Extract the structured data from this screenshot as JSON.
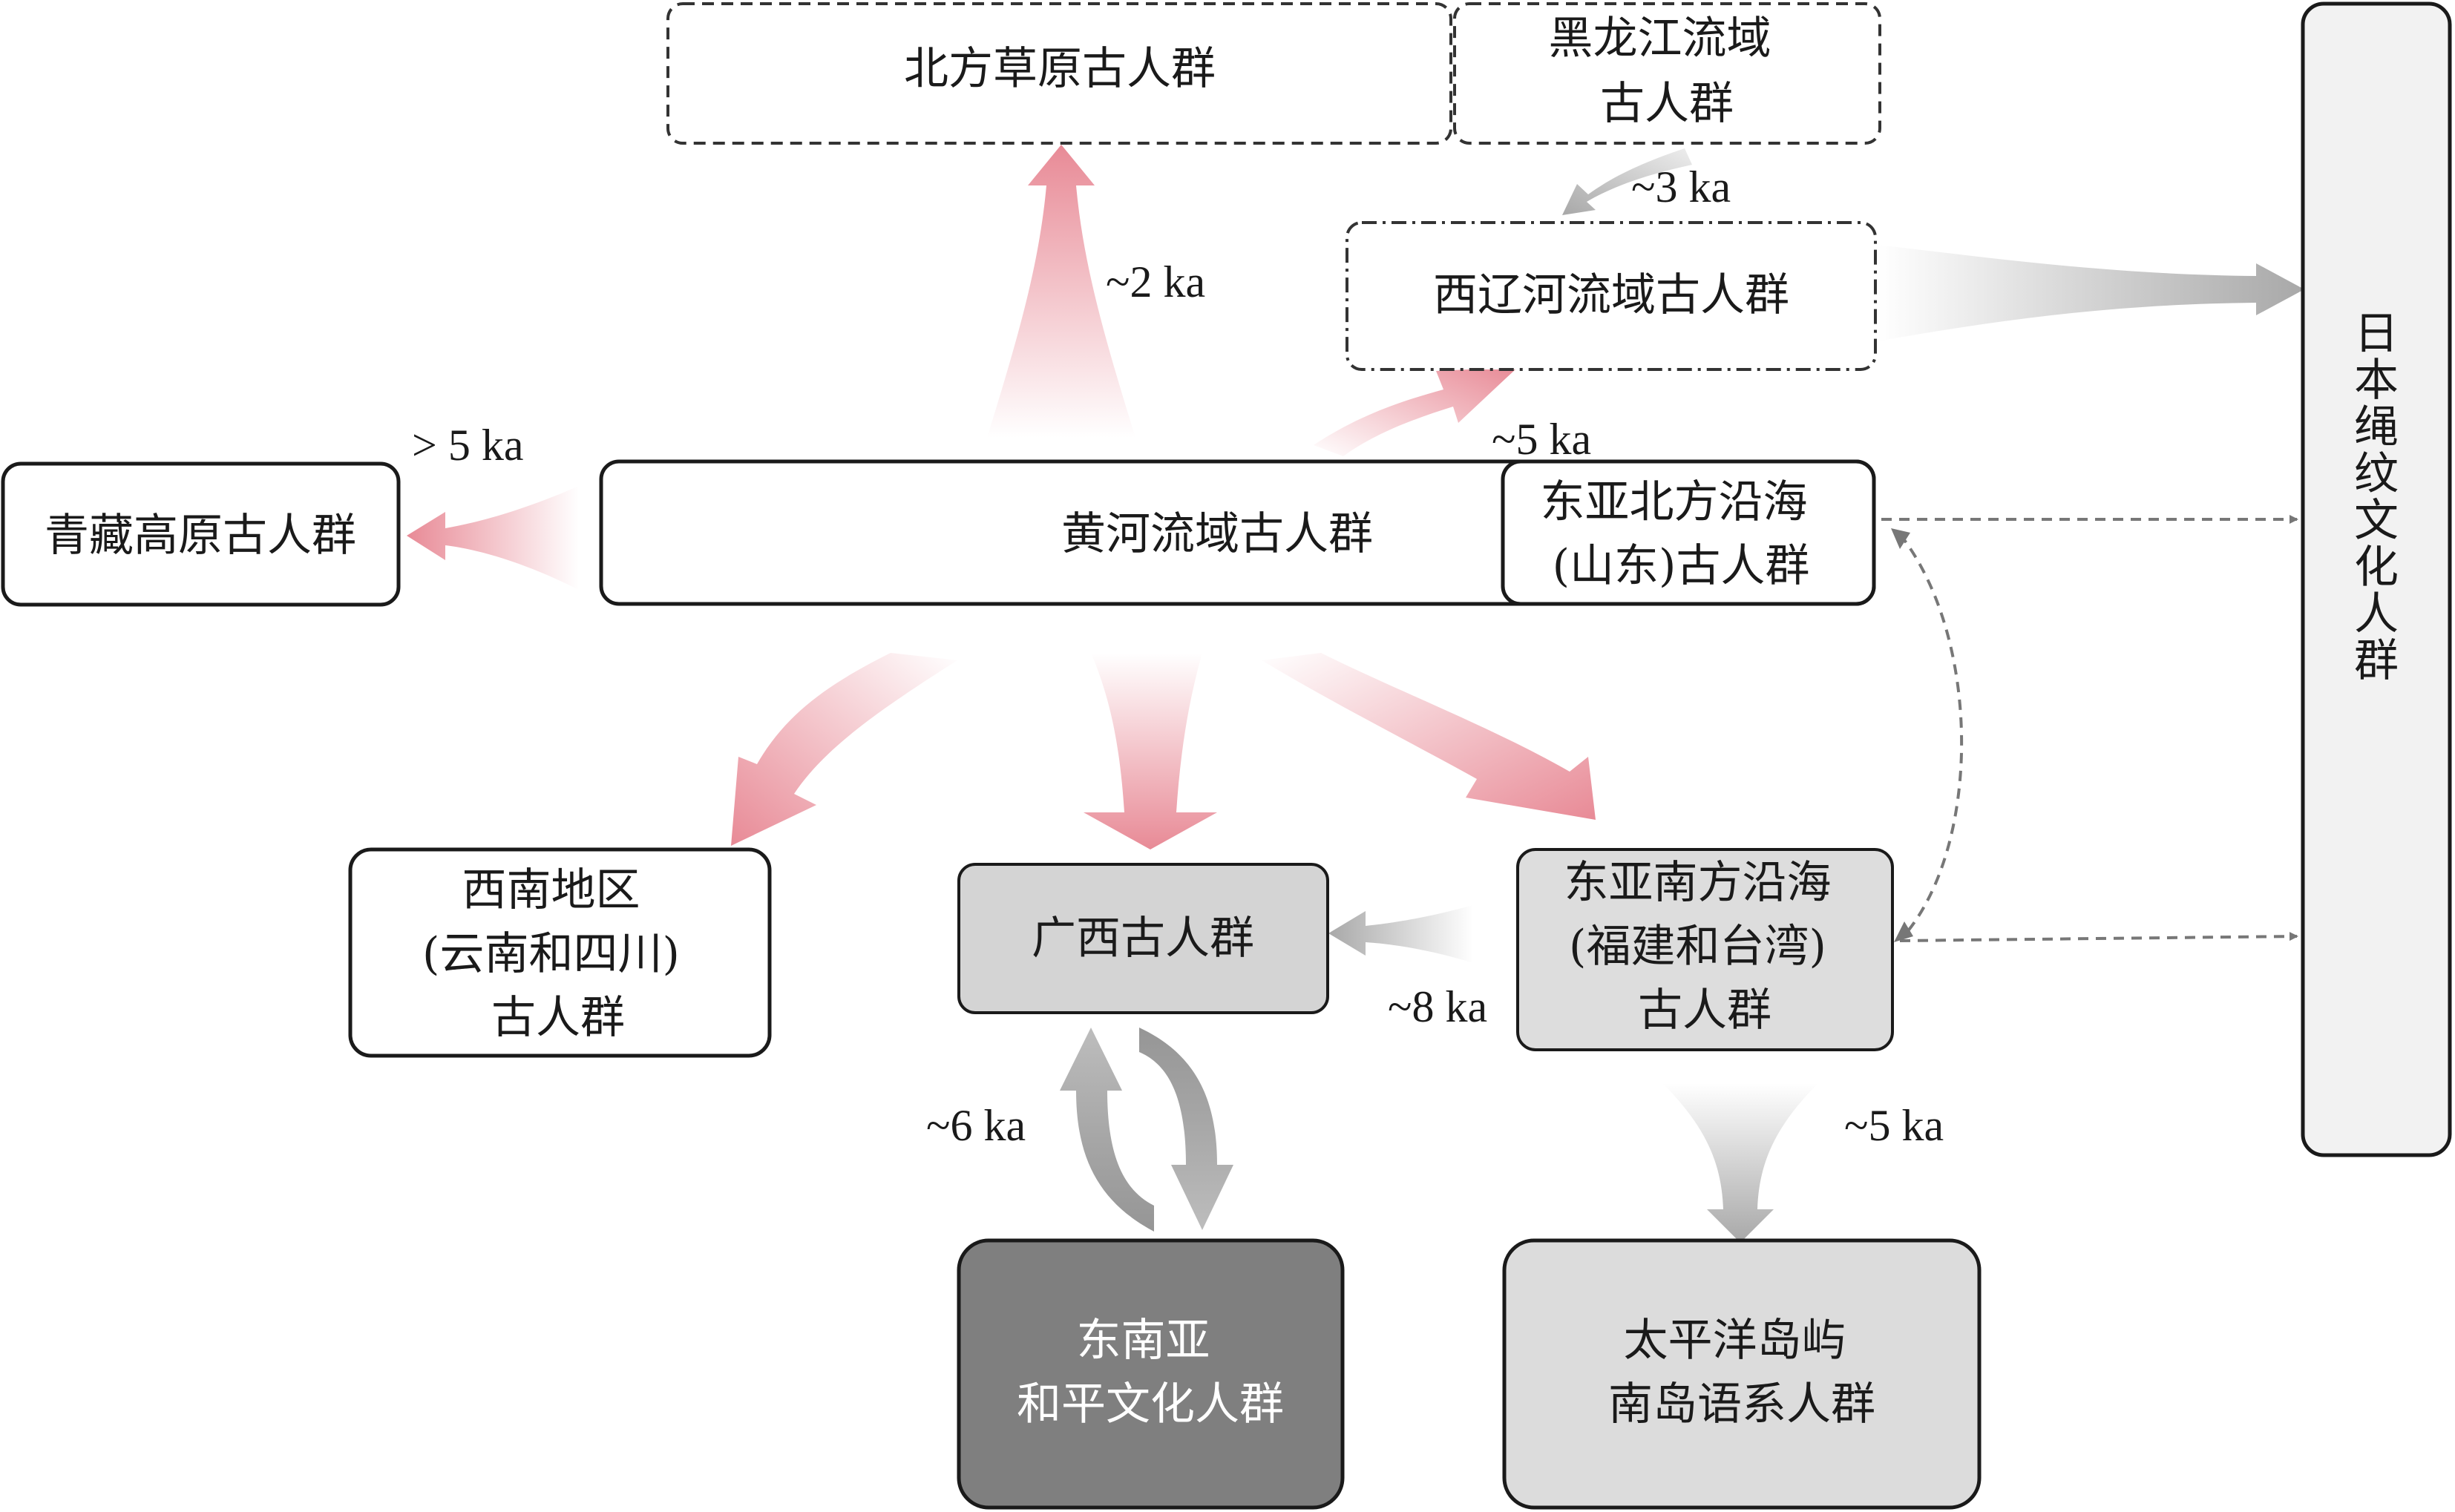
{
  "nodes": {
    "northern_steppe": {
      "lines": [
        "北方草原古人群"
      ]
    },
    "heilongjiang": {
      "lines": [
        "黑龙江流域",
        "古人群"
      ]
    },
    "west_liao": {
      "lines": [
        "西辽河流域古人群"
      ]
    },
    "japan_jomon": {
      "text": "日本绳纹文化人群"
    },
    "tibetan_plateau": {
      "lines": [
        "青藏高原古人群"
      ]
    },
    "yellow_river": {
      "lines": [
        "黄河流域古人群"
      ]
    },
    "north_coast": {
      "lines": [
        "东亚北方沿海",
        "(山东)古人群"
      ]
    },
    "southwest": {
      "lines": [
        "西南地区",
        "(云南和四川)",
        "古人群"
      ]
    },
    "guangxi": {
      "lines": [
        "广西古人群"
      ]
    },
    "south_coast": {
      "lines": [
        "东亚南方沿海",
        "(福建和台湾)",
        "古人群"
      ]
    },
    "hoabinhian": {
      "lines": [
        "东南亚",
        "和平文化人群"
      ]
    },
    "austronesian": {
      "lines": [
        "太平洋岛屿",
        "南岛语系人群"
      ]
    }
  },
  "time_labels": {
    "steppe": "~2 ka",
    "heilongjiang": "~3 ka",
    "west_liao": "~5 ka",
    "tibet": "> 5 ka",
    "guangxi": "~8 ka",
    "hoabinhian": "~6 ka",
    "austronesian": "~5 ka"
  },
  "colors": {
    "pink_arrow": "#e88a96",
    "grey_arrow": "#a8a8a8",
    "fill_light": "#e2e2e2",
    "fill_mid": "#d0d0d0",
    "fill_dark": "#7f7f7f"
  }
}
